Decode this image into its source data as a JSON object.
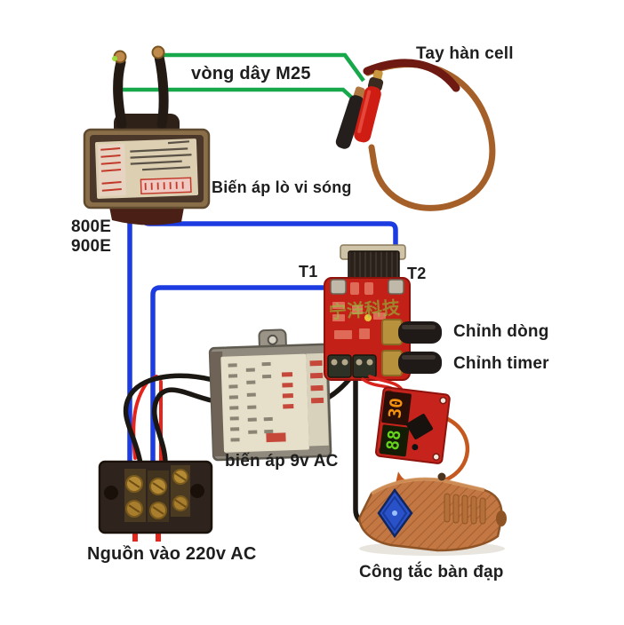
{
  "diagram": {
    "labels": {
      "welding_pen": "Tay hàn cell",
      "m25_loop": "vòng dây M25",
      "mot": "Biến áp lò vi sóng",
      "mot_models": [
        "800E",
        "900E"
      ],
      "terminal_t1": "T1",
      "terminal_t2": "T2",
      "current_adjust": "Chỉnh dòng",
      "timer_adjust": "Chỉnh timer",
      "aux_transformer": "biến áp 9v AC",
      "mains_input": "Nguồn vào 220v AC",
      "foot_pedal": "Công tắc bàn đạp"
    },
    "display_module": {
      "top_reading": "30",
      "bottom_reading": "88"
    },
    "board_watermark": "宁洋科技",
    "colors": {
      "wire_green": "#17a84b",
      "wire_blue": "#1c3be0",
      "wire_red": "#e5251c",
      "wire_black": "#1b1712",
      "copper": "#a55f28",
      "pcb_red": "#c32017",
      "display_orange": "#f5930f",
      "display_green": "#66d41c",
      "pedal_orange": "#c37844",
      "pedal_diamond": "#2a52c8"
    }
  }
}
